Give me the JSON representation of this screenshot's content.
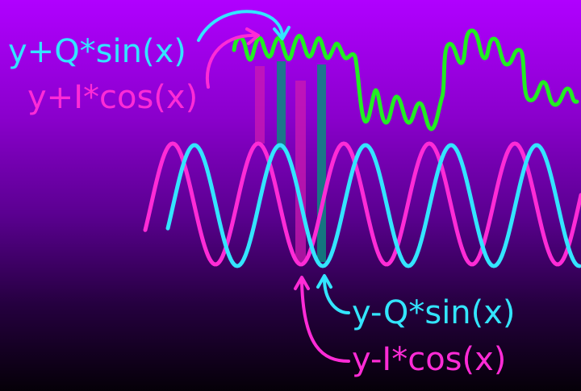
{
  "labels": {
    "q_plus": "y+Q*sin(x)",
    "i_plus": "y+I*cos(x)",
    "q_minus": "y-Q*sin(x)",
    "i_minus": "y-I*cos(x)"
  },
  "colors": {
    "cyan": "#33e5ff",
    "magenta": "#ff2bd6",
    "green": "#22ee22",
    "teal_bar": "#0a8a80",
    "pink_bar": "#cc1ab0"
  },
  "icons": [
    "curved-arrow-icon",
    "signal-wave",
    "sine-wave",
    "cosine-wave"
  ]
}
